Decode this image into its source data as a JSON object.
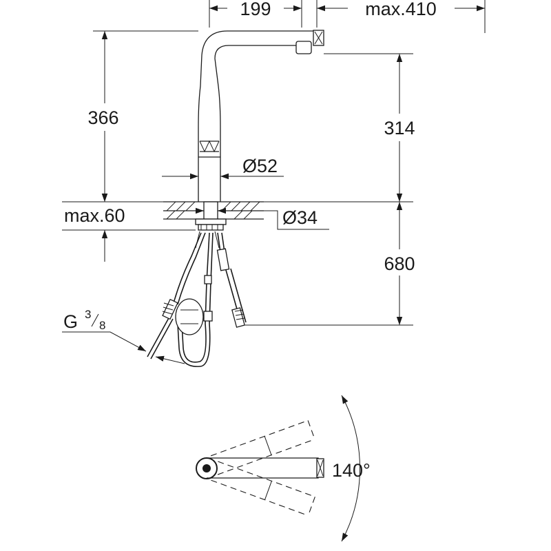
{
  "drawing": {
    "dimensions": {
      "spout_reach": "199",
      "pullout_length": "max.410",
      "overall_height": "366",
      "spout_height": "314",
      "body_diameter": "Ø52",
      "max_deck_thickness": "max.60",
      "hole_diameter": "Ø34",
      "hose_length": "680",
      "connection_thread_main": "G",
      "connection_thread_num": "3",
      "connection_thread_den": "8",
      "swivel_angle": "140°"
    },
    "colors": {
      "line": "#1a1a1a",
      "background": "#ffffff"
    }
  }
}
